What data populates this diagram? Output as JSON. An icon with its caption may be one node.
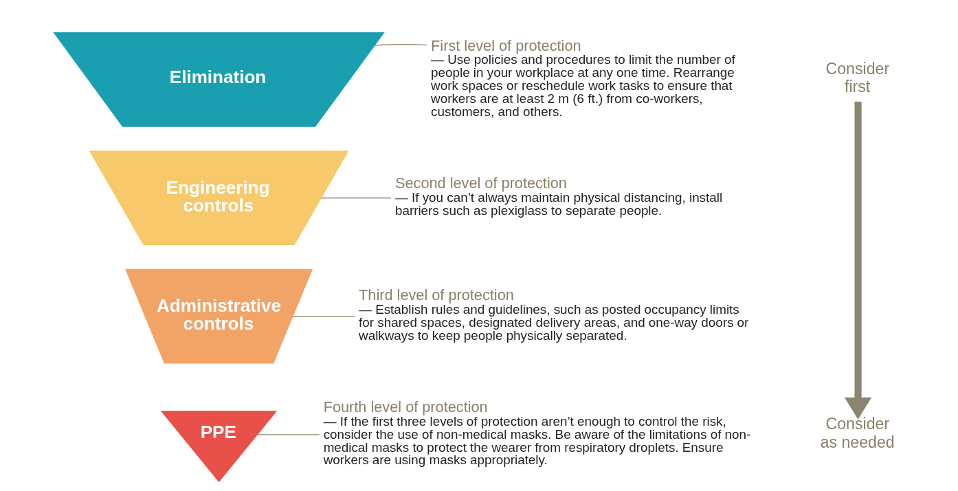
{
  "diagram": {
    "nodes": [
      {
        "text": [
          "Elimination"
        ]
      },
      {
        "text": [
          "Engineering controls"
        ]
      },
      {
        "text": [
          "Administrative controls"
        ]
      },
      {
        "text": [
          "PPE"
        ]
      },
      {
        "text": [
          "First level of protection",
          "— Use policies and procedures to limit the number of people in your workplace at any one time. Rearrange work spaces or reschedule work tasks to ensure that workers are at least 2 m (6 ft.) from co-workers, customers, and others."
        ]
      },
      {
        "text": [
          "Second level of protection",
          "— If you can’t always maintain physical distancing, install barriers such as plexiglass to separate people."
        ]
      },
      {
        "text": [
          "Third level of protection",
          "— Establish rules and guidelines, such as posted occupancy limits for shared spaces, designated delivery areas, and one-way doors or walkways to keep people physically separated."
        ]
      },
      {
        "text": [
          "Fourth level of protection",
          "— If the first three levels of protection aren’t enough to control the risk, consider the use of non-medical masks. Be aware of the limitations of non-medical masks to protect the wearer from respiratory droplets. Ensure workers are using masks appropriately."
        ]
      },
      {
        "text": [
          "Consider first"
        ]
      },
      {
        "text": [
          "Consider as needed"
        ]
      }
    ],
    "edges": [
      {
        "from": 0,
        "to": 4,
        "arrow": "none"
      },
      {
        "from": 1,
        "to": 5,
        "arrow": "none"
      },
      {
        "from": 2,
        "to": 6,
        "arrow": "none"
      },
      {
        "from": 3,
        "to": 7,
        "arrow": "none"
      },
      {
        "from": 8,
        "to": 9,
        "arrow": "to",
        "style": "thick",
        "color": "#8c8470"
      }
    ]
  }
}
